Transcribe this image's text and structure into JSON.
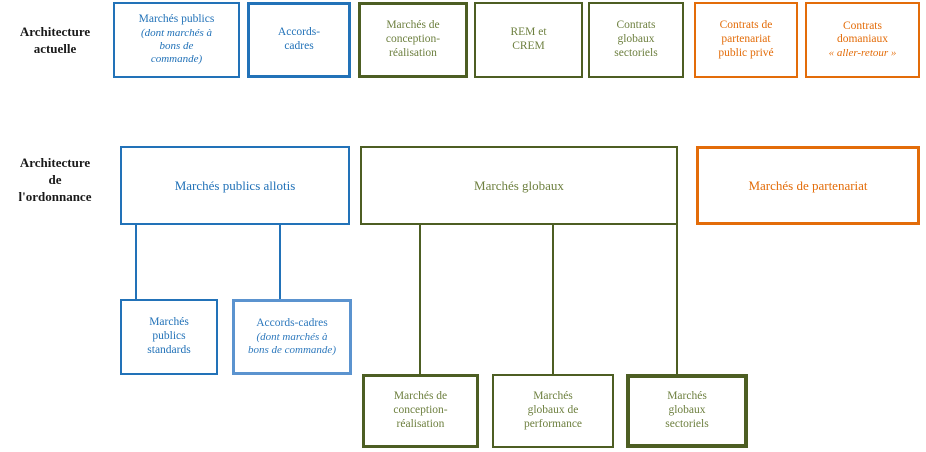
{
  "colors": {
    "blue": "#2272b8",
    "blue_light": "#5b93cf",
    "olive_border": "#4d5e23",
    "olive_text": "#6e8040",
    "orange": "#e36c09",
    "label_black": "#1a1a1a"
  },
  "row_labels": {
    "current": "Architecture\nactuelle",
    "ordinance": "Architecture\nde\nl'ordonnance"
  },
  "current": {
    "marches_publics": {
      "title": "Marchés publics",
      "note": "(dont marchés à\nbons de\ncommande)"
    },
    "accords_cadres": {
      "title": "Accords-\ncadres"
    },
    "conception_realisation": {
      "title": "Marchés de\nconception-\nréalisation"
    },
    "rem_crem": {
      "title": "REM et\nCREM"
    },
    "globaux_sectoriels": {
      "title": "Contrats\nglobaux\nsectoriels"
    },
    "partenariat_public_prive": {
      "title": "Contrats de\npartenariat\npublic privé"
    },
    "domaniaux": {
      "title": "Contrats\ndomaniaux",
      "note": "« aller-retour »"
    }
  },
  "ordinance": {
    "allotis": {
      "title": "Marchés publics allotis"
    },
    "globaux": {
      "title": "Marchés globaux"
    },
    "partenariat": {
      "title": "Marchés de partenariat"
    },
    "allotis_children": {
      "standards": {
        "title": "Marchés\npublics\nstandards"
      },
      "accords_cadres": {
        "title": "Accords-cadres",
        "note": "(dont marchés à\nbons de commande)"
      }
    },
    "globaux_children": {
      "conception": {
        "title": "Marchés de\nconception-\nréalisation"
      },
      "performance": {
        "title": "Marchés\nglobaux de\nperformance"
      },
      "sectoriels": {
        "title": "Marchés\nglobaux\nsectoriels"
      }
    }
  }
}
